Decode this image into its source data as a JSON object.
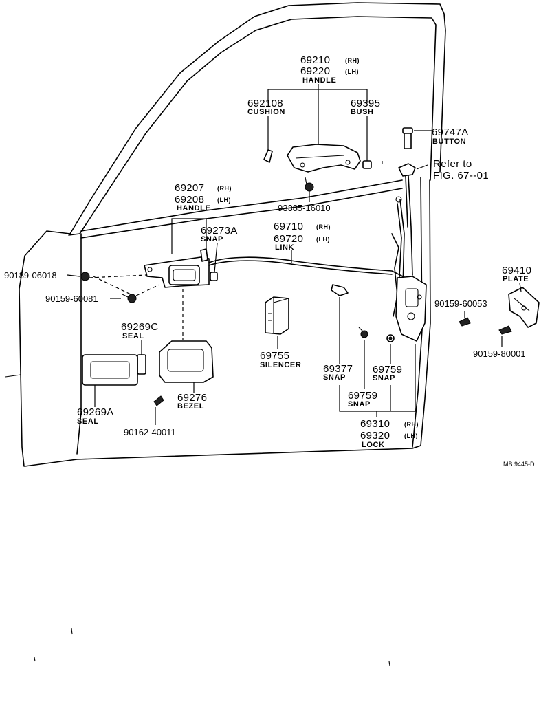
{
  "labels": {
    "handle_outer_rh": "69210",
    "handle_outer_lh": "69220",
    "handle_outer_name": "HANDLE",
    "cushion_pn": "692108",
    "cushion_name": "CUSHION",
    "bush_pn": "69395",
    "bush_name": "BUSH",
    "button_pn": "69747A",
    "button_name": "BUTTON",
    "refer_line1": "Refer to",
    "refer_line2": "FIG. 67--01",
    "screw_93385": "93385-16010",
    "handle_inner_rh": "69207",
    "handle_inner_lh": "69208",
    "handle_inner_name": "HANDLE",
    "snap_69273a": "69273A",
    "snap_name": "SNAP",
    "link_rh": "69710",
    "link_lh": "69720",
    "link_name": "LINK",
    "plate_pn": "69410",
    "plate_name": "PLATE",
    "screw_90189": "90189-06018",
    "nut_90159_60081": "90159-60081",
    "screw_90159_60053": "90159-60053",
    "screw_90159_80001": "90159-80001",
    "seal_c_pn": "69269C",
    "seal_name": "SEAL",
    "silencer_pn": "69755",
    "silencer_name": "SILENCER",
    "snap_69377": "69377",
    "snap_69759_a": "69759",
    "snap_69759_b": "69759",
    "seal_a_pn": "69269A",
    "bezel_pn": "69276",
    "bezel_name": "BEZEL",
    "screw_90162": "90162-40011",
    "lock_rh": "69310",
    "lock_lh": "69320",
    "lock_name": "LOCK",
    "side_rh": "(RH)",
    "side_lh": "(LH)",
    "figure_code": "MB 9445-D"
  }
}
